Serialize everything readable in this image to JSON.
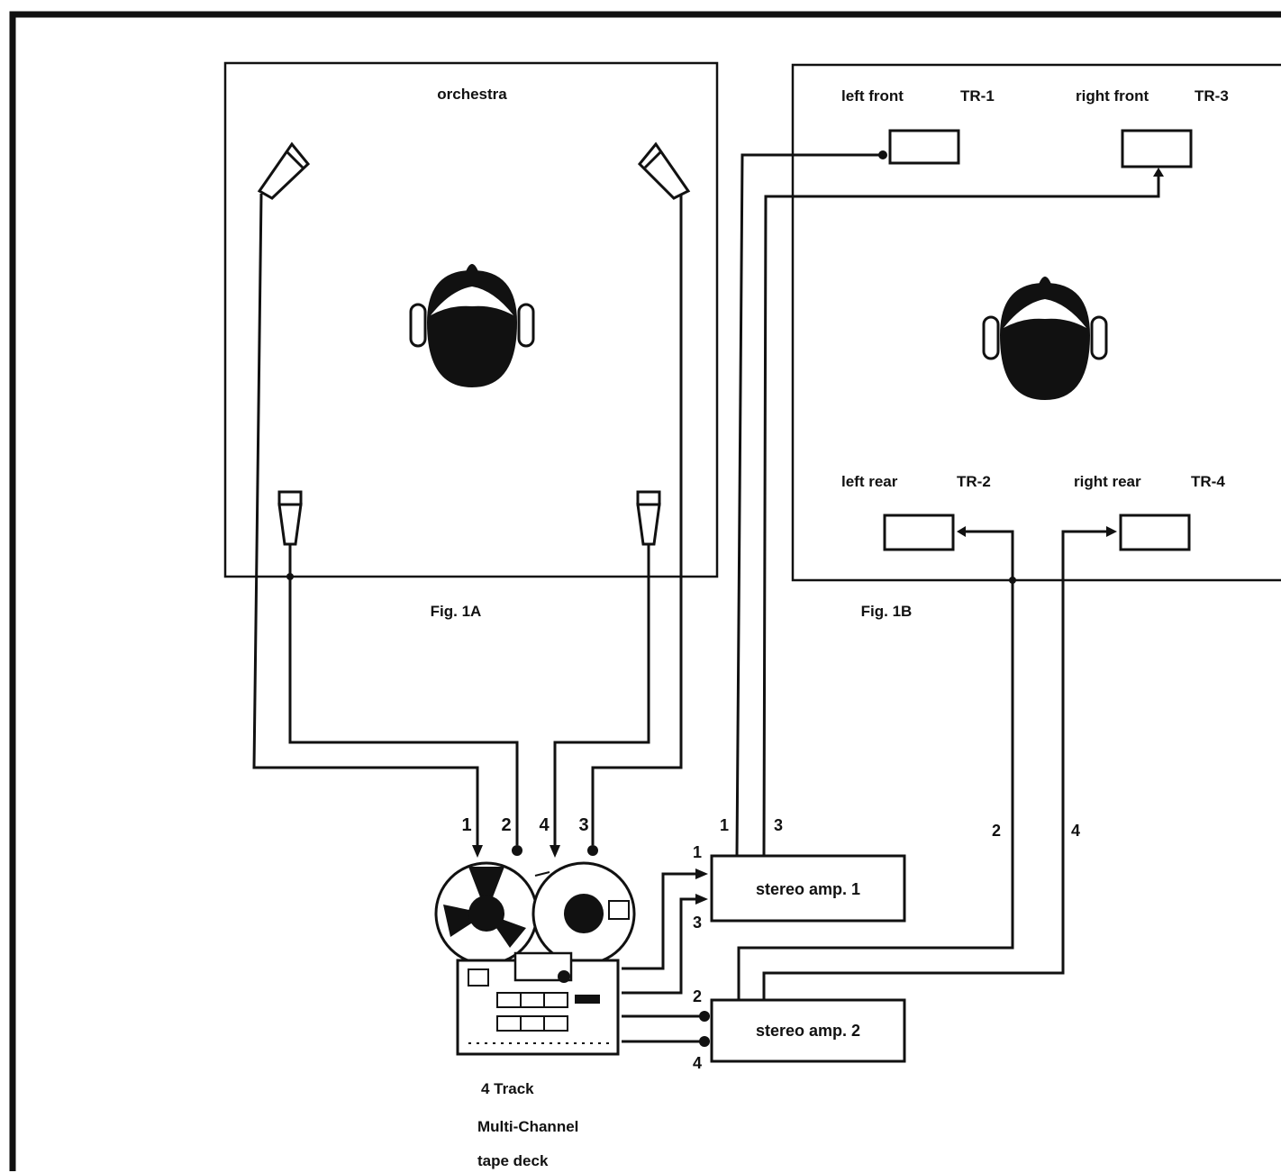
{
  "fig_a": {
    "area_label": "orchestra",
    "caption": "Fig. 1A"
  },
  "fig_b": {
    "caption": "Fig. 1B",
    "speakers": {
      "left_front": {
        "label": "left front",
        "track": "TR-1"
      },
      "right_front": {
        "label": "right front",
        "track": "TR-3"
      },
      "left_rear": {
        "label": "left rear",
        "track": "TR-2"
      },
      "right_rear": {
        "label": "right rear",
        "track": "TR-4"
      }
    }
  },
  "tape_deck": {
    "lines": [
      "4 Track",
      "Multi-Channel",
      "tape deck"
    ],
    "inputs": [
      "1",
      "2",
      "4",
      "3"
    ]
  },
  "amp1": {
    "label": "stereo amp. 1",
    "in_top": "1",
    "in_bottom": "3",
    "out_left": "1",
    "out_right": "3"
  },
  "amp2": {
    "label": "stereo amp. 2",
    "in_top": "2",
    "in_bottom": "4",
    "out_left": "2",
    "out_right": "4"
  },
  "colors": {
    "ink": "#111111",
    "paper": "#ffffff"
  }
}
